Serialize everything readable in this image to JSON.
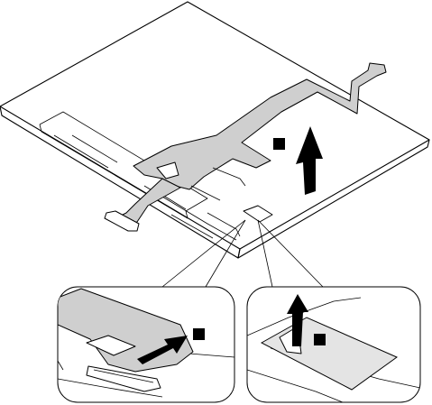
{
  "figure": {
    "main_view": "keyboard-with-cable",
    "callouts": [
      {
        "id": "connector-slide-out"
      },
      {
        "id": "tape-lift-up"
      }
    ],
    "step_markers": [
      {
        "symbol": "square",
        "shape": "filled-square"
      },
      {
        "symbol": "square",
        "shape": "filled-square"
      },
      {
        "symbol": "square",
        "shape": "filled-square"
      }
    ],
    "colors": {
      "line": "#000000",
      "cable": "#cfcfcf",
      "callout_background": "#ffffff",
      "marker": "#000000"
    },
    "icons": [
      "up-arrow-icon",
      "right-arrow-icon",
      "up-arrow-icon"
    ]
  }
}
